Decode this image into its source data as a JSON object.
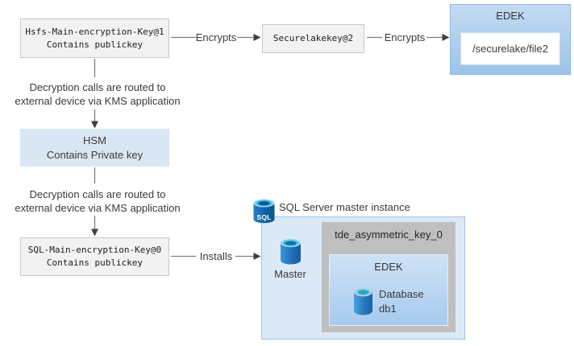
{
  "diagram": {
    "hsfs_key": {
      "line1": "Hsfs-Main-encryption-Key@1",
      "line2": "Contains publickey"
    },
    "encrypts1_label": "Encrypts",
    "securelake_key": "Securelakekey@2",
    "encrypts2_label": "Encrypts",
    "edek_file": {
      "title": "EDEK",
      "path": "/securelake/file2"
    },
    "routed_note_top": {
      "line1": "Decryption calls are routed to",
      "line2": "external device via KMS application"
    },
    "hsm": {
      "line1": "HSM",
      "line2": "Contains Private key"
    },
    "routed_note_bottom": {
      "line1": "Decryption calls are routed to",
      "line2": "external device via KMS application"
    },
    "sql_key": {
      "line1": "SQL-Main-encryption-Key@0",
      "line2": "Contains publickey"
    },
    "installs_label": "Installs",
    "sql_server": {
      "icon_text": "SQL",
      "title": "SQL Server master instance",
      "master_label": "Master",
      "tde_key_label": "tde_asymmetric_key_0",
      "edek": {
        "title": "EDEK",
        "db_line1": "Database",
        "db_line2": "db1"
      }
    },
    "colors": {
      "key_box_bg": "#F2F2F2",
      "key_box_border": "#C7C7C7",
      "hsm_bg": "#D9E6F3",
      "edek_gradient_top": "#C3DBF3",
      "edek_gradient_bottom": "#9CC4E9",
      "server_box_bg": "#DBE9F7",
      "server_box_border": "#9DC3E6",
      "tde_box_bg": "#BFBFBF",
      "database_blue": "#1F72BC",
      "database_cyan": "#49B8DF",
      "arrow_line": "#808080",
      "arrow_head": "#3F3F3F"
    }
  }
}
